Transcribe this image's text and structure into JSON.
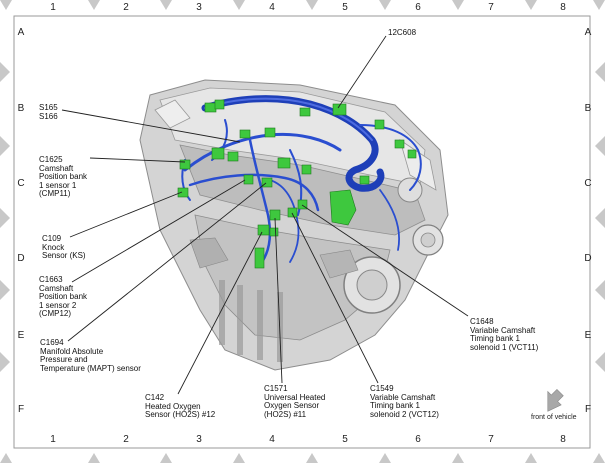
{
  "grid": {
    "columns": [
      "1",
      "2",
      "3",
      "4",
      "5",
      "6",
      "7",
      "8"
    ],
    "rows": [
      "A",
      "B",
      "C",
      "D",
      "E",
      "F"
    ]
  },
  "callouts": {
    "c12c608": "12C608",
    "s165": "S165\nS166",
    "c1625": "C1625\nCamshaft\nPosition bank\n1 sensor 1\n(CMP11)",
    "c109": "C109\nKnock\nSensor (KS)",
    "c1663": "C1663\nCamshaft\nPosition bank\n1 sensor 2\n(CMP12)",
    "c1694": "C1694\nManifold Absolute\nPressure and\nTemperature (MAPT) sensor",
    "c142": "C142\nHeated Oxygen\nSensor (HO2S) #12",
    "c1571": "C1571\nUniversal Heated\nOxygen Sensor\n(HO2S) #11",
    "c1549": "C1549\nVariable Camshaft\nTiming bank 1\nsolenoid 2 (VCT12)",
    "c1648": "C1648\nVariable Camshaft\nTiming bank 1\nsolenoid 1 (VCT11)"
  },
  "front_of_vehicle": "front of vehicle",
  "colors": {
    "harness": "#1e3fb8",
    "connector": "#3ec83e",
    "engine": "#c9c9c9",
    "frame": "#b4b4b4"
  }
}
